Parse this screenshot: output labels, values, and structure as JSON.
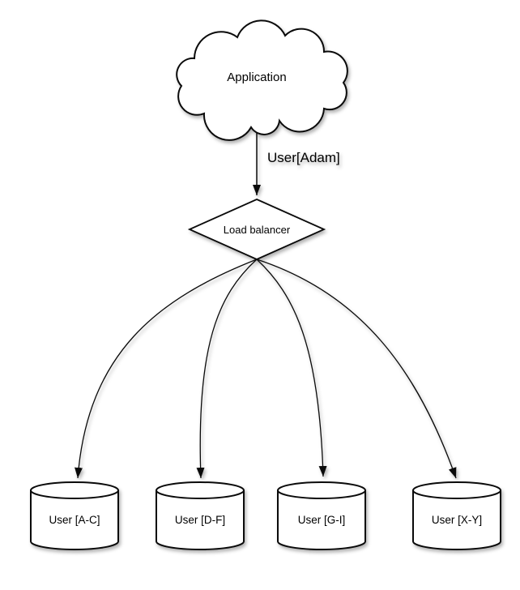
{
  "diagram": {
    "type": "architecture-diagram",
    "nodes": {
      "application": {
        "label": "Application",
        "shape": "cloud"
      },
      "load_balancer": {
        "label": "Load balancer",
        "shape": "diamond"
      },
      "shards": [
        {
          "label": "User [A-C]",
          "shape": "database-cylinder"
        },
        {
          "label": "User [D-F]",
          "shape": "database-cylinder"
        },
        {
          "label": "User [G-I]",
          "shape": "database-cylinder"
        },
        {
          "label": "User [X-Y]",
          "shape": "database-cylinder"
        }
      ]
    },
    "edges": {
      "request": {
        "from": "application",
        "to": "load_balancer",
        "label": "User[Adam]"
      },
      "fanout": [
        {
          "from": "load_balancer",
          "to": "shard-0"
        },
        {
          "from": "load_balancer",
          "to": "shard-1"
        },
        {
          "from": "load_balancer",
          "to": "shard-2"
        },
        {
          "from": "load_balancer",
          "to": "shard-3"
        }
      ]
    },
    "colors": {
      "stroke": "#0a0a0a",
      "shape_fill": "#ffffff",
      "background": "#ffffff",
      "text": "#000000"
    }
  }
}
